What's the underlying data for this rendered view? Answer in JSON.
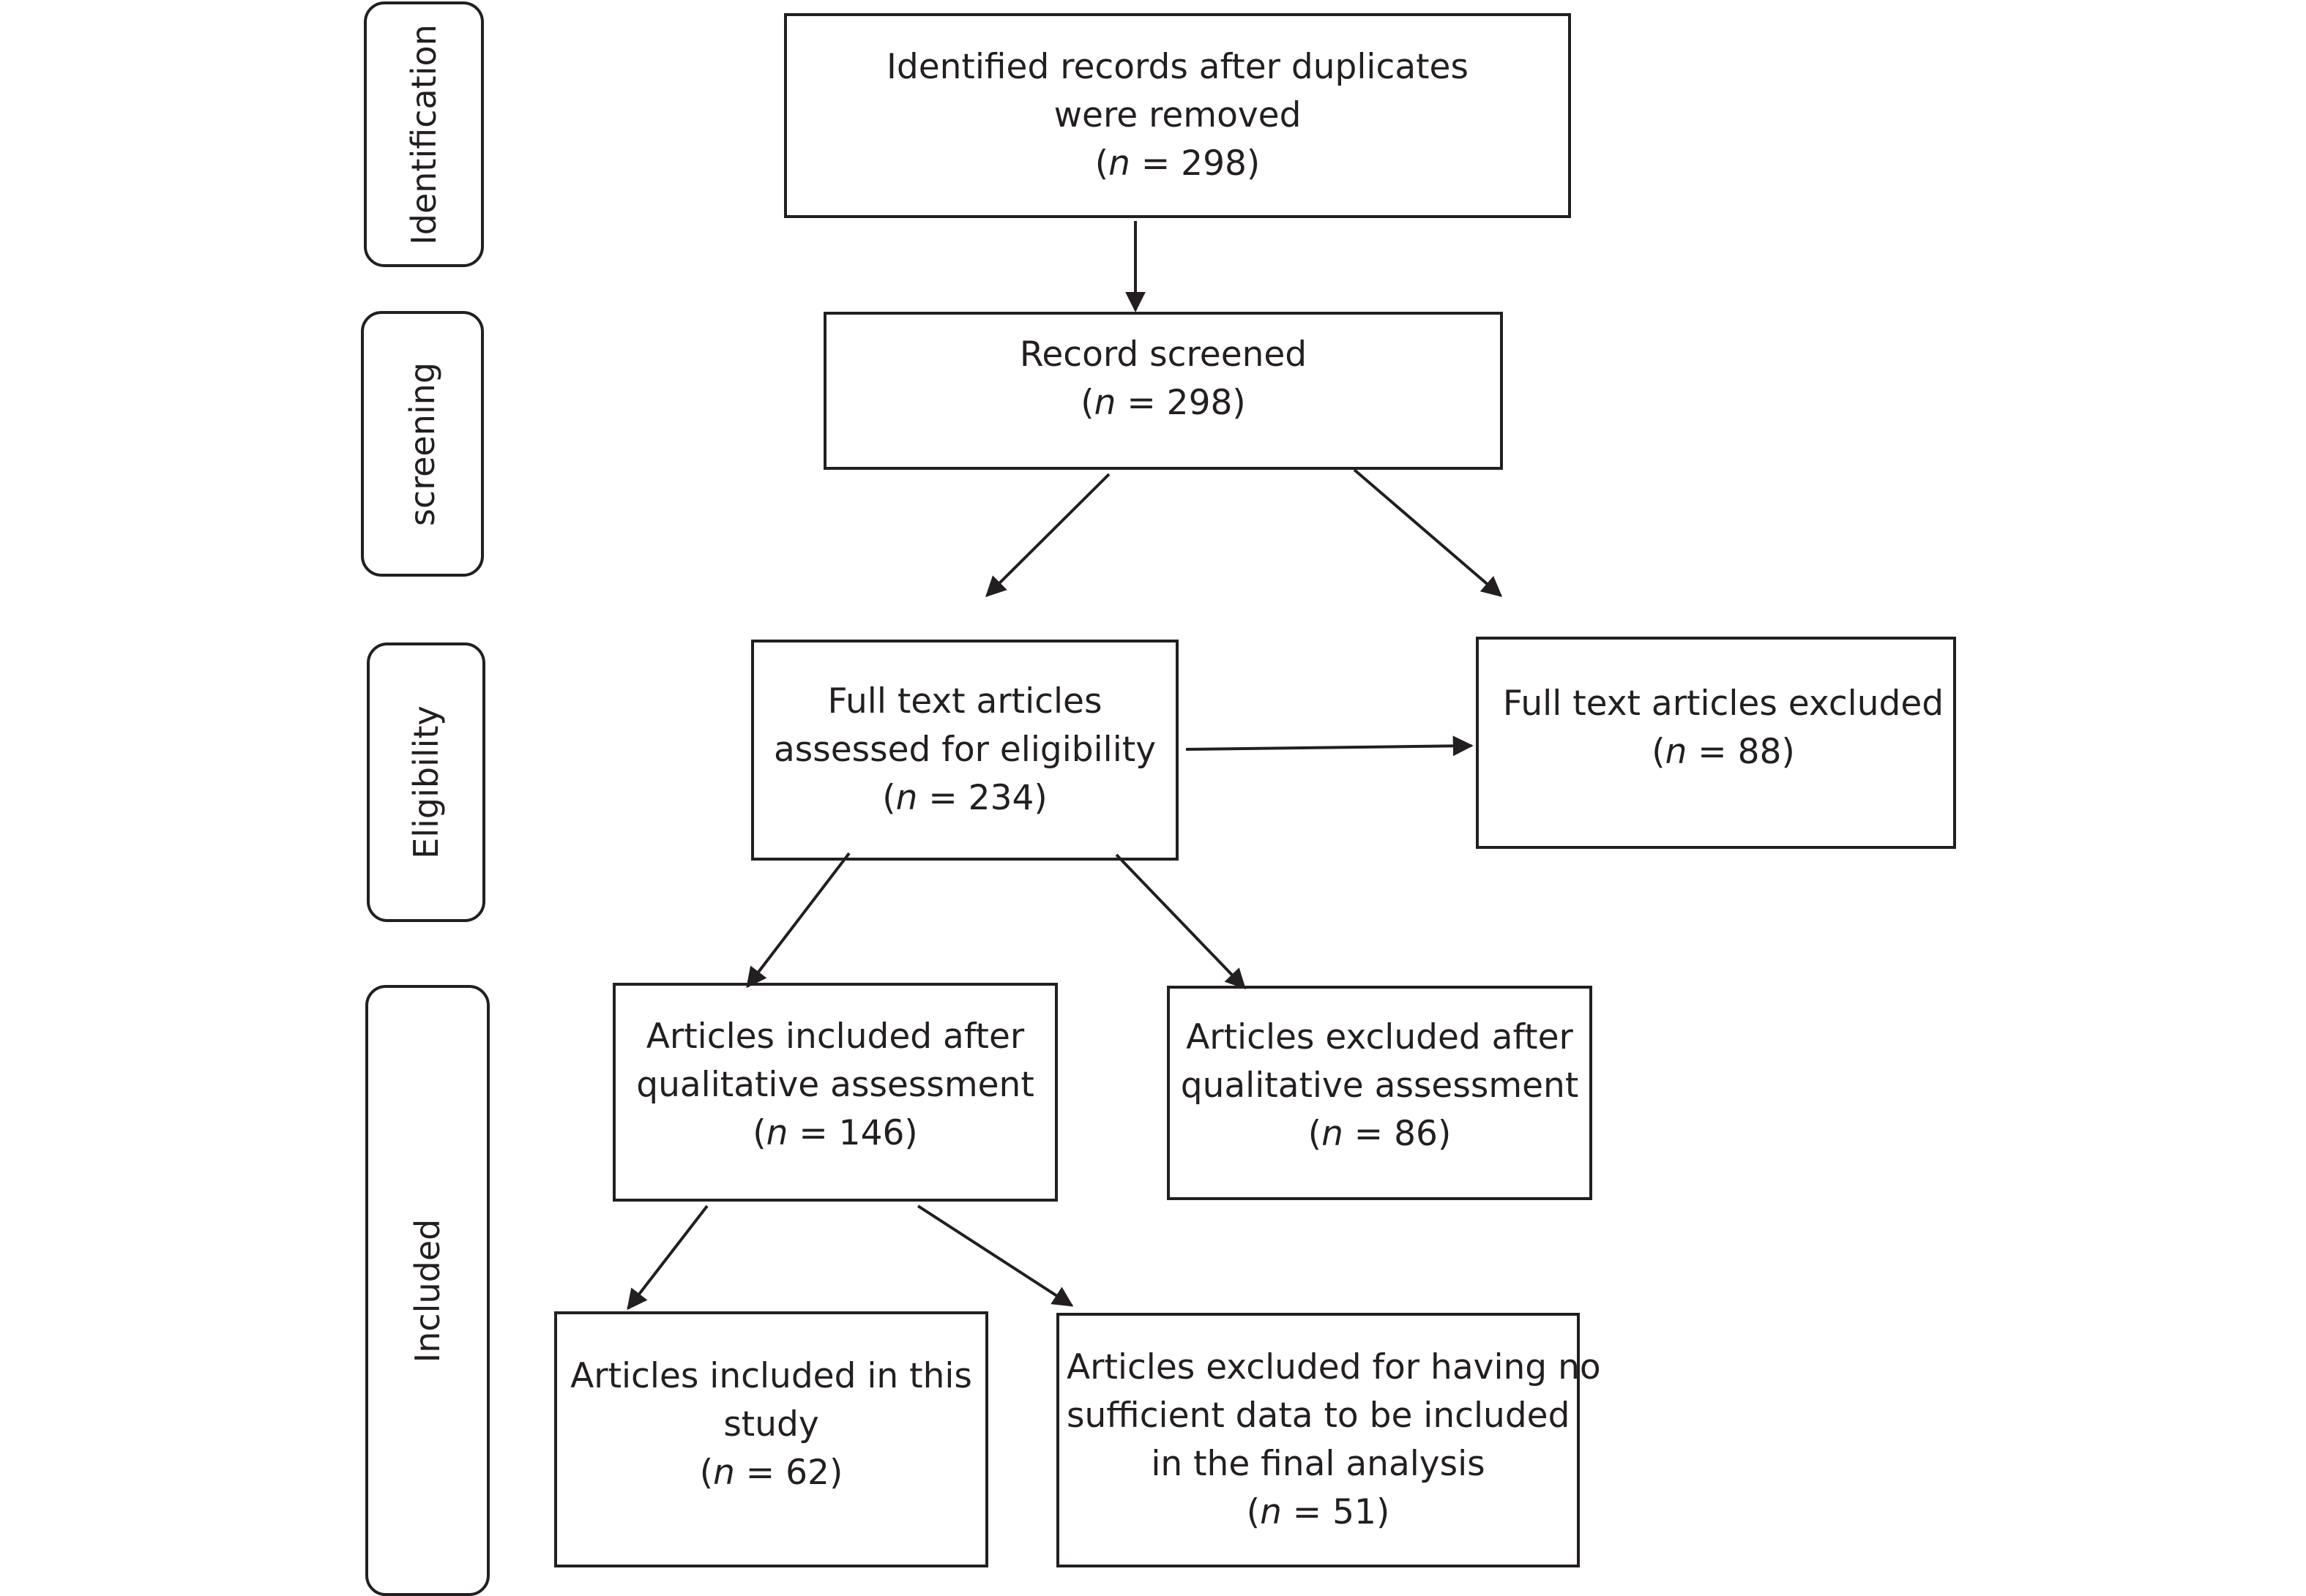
{
  "stages": [
    {
      "id": "identification",
      "label": "Identification"
    },
    {
      "id": "screening",
      "label": "screening"
    },
    {
      "id": "eligibility",
      "label": "Eligibility"
    },
    {
      "id": "included",
      "label": "Included"
    }
  ],
  "boxes": {
    "identified": {
      "lines": [
        "Identified records after duplicates",
        "were removed"
      ],
      "n": "298"
    },
    "screened": {
      "lines": [
        "Record screened"
      ],
      "n": "298"
    },
    "assessed": {
      "lines": [
        "Full text articles",
        "assessed for eligibility"
      ],
      "n": "234"
    },
    "fulltext_excluded": {
      "lines": [
        "Full text articles excluded"
      ],
      "n": "88"
    },
    "qual_included": {
      "lines": [
        "Articles included after",
        "qualitative assessment"
      ],
      "n": "146"
    },
    "qual_excluded": {
      "lines": [
        "Articles excluded after",
        "qualitative assessment"
      ],
      "n": "86"
    },
    "study_included": {
      "lines": [
        "Articles included in this",
        "study"
      ],
      "n": "62"
    },
    "insufficient_excluded": {
      "lines": [
        "Articles excluded for having no",
        "sufficient data to be included",
        "in the final analysis"
      ],
      "n": "51"
    }
  },
  "n_symbol": "n",
  "n_equals": " = ",
  "colors": {
    "stroke": "#231f20",
    "background": "#ffffff"
  }
}
